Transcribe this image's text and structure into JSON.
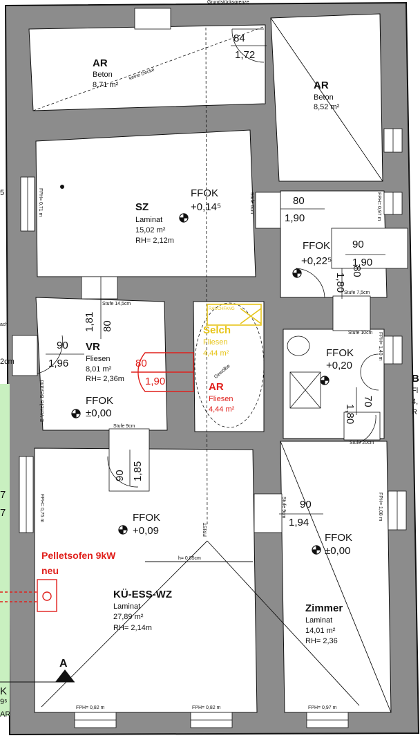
{
  "colors": {
    "wall": "#8c8c8c",
    "room": "#ffffff",
    "line": "#111111",
    "red": "#e0201c",
    "yellow": "#e7c51a",
    "green": "#c9f0c0"
  },
  "top_label": "Grundstücksgrenze",
  "rooms": {
    "ar_top_left": {
      "name": "AR",
      "material": "Beton",
      "area": "8,71 m²",
      "note": "keine Decke"
    },
    "ar_top_right": {
      "name": "AR",
      "material": "Beton",
      "area": "8,52 m²"
    },
    "sz": {
      "name": "SZ",
      "material": "Laminat",
      "area": "15,02 m²",
      "rh": "RH= 2,12m",
      "ffok_label": "FFOK",
      "ffok_value": "+0,14⁵"
    },
    "vr": {
      "name": "VR",
      "material": "Fliesen",
      "area": "8,01 m²",
      "rh": "RH= 2,36m",
      "ffok_label": "FFOK",
      "ffok_value": "±0,00"
    },
    "bad": {
      "ffok_label": "FFOK",
      "ffok_value": "+0,22⁵"
    },
    "wc": {
      "ffok_label": "FFOK",
      "ffok_value": "+0,20"
    },
    "selch": {
      "name": "Selch",
      "material": "Fliesen",
      "area": "4,44 m²",
      "rauchfang": "RAUCHFANG"
    },
    "ar_mid": {
      "name": "AR",
      "material": "Fliesen",
      "area": "4,44 m²",
      "note": "Gewölbe"
    },
    "kue": {
      "name": "KÜ-ESS-WZ",
      "material": "Laminat",
      "area": "27,89 m²",
      "rh": "RH= 2,14m",
      "ffok_label": "FFOK",
      "ffok_value": "+0,09"
    },
    "zimmer": {
      "name": "Zimmer",
      "material": "Laminat",
      "area": "14,01 m²",
      "rh": "RH= 2,36",
      "ffok_label": "FFOK",
      "ffok_value": "±0,00"
    }
  },
  "door_dims": {
    "d84_w": "84",
    "d84_h": "1,72",
    "d80_sz_w": "80",
    "d80_sz_h": "1,90",
    "d90_bad_w": "90",
    "d90_bad_h": "1,90",
    "d180_bad_a": "1,80",
    "d180_bad_b": "80",
    "d181_vr_a": "1,81",
    "d181_vr_b": "80",
    "d90_vr_w": "90",
    "d90_vr_h": "1,96",
    "d80_red_w": "80",
    "d80_red_h": "1,90",
    "d70_wc_a": "70",
    "d70_wc_b": "1,80",
    "d90_kue_a": "90",
    "d90_kue_b": "1,85",
    "d90_zim_w": "90",
    "d90_zim_h": "1,94"
  },
  "small_labels": {
    "fph_071": "FPH= 0,71 m",
    "fph_097_top": "FPH= 0,97 m",
    "stufe_6": "Stufe 6cm",
    "stufe_75": "Stufe 7,5cm",
    "stufe_145": "Stufe 14,5cm",
    "stufe_10": "Stufe 10cm",
    "fph_140": "FPH= 1,40 m",
    "stufe_9": "Stufe 9cm",
    "stufe_20": "Stufe 20cm",
    "fph_075": "FPH= 0,75 m",
    "fph_108": "FPH= 1,08 m",
    "stufe_9b": "Stufe 9cm",
    "h_085": "h= 0,85cm",
    "frist": "FRIST",
    "e_verteiler": "E-Verteiler Bestand",
    "fph_082a": "FPH= 0,82 m",
    "fph_082b": "FPH= 0,82 m",
    "fph_097_bottom": "FPH= 0,97 m"
  },
  "annotation": {
    "line1": "Pelletsofen 9kW",
    "line2": "neu"
  },
  "section_marker": "A",
  "edge_labels": {
    "left_top": "5",
    "left_ach": "ach",
    "left_cm": "2cm",
    "left_7a": "7",
    "left_7b": "7",
    "left_k": "K",
    "left_9": "9⁵",
    "left_ar": "AR",
    "right_b": "B",
    "right_f": "Fl",
    "right_4": "4,",
    "right_r": "R"
  }
}
